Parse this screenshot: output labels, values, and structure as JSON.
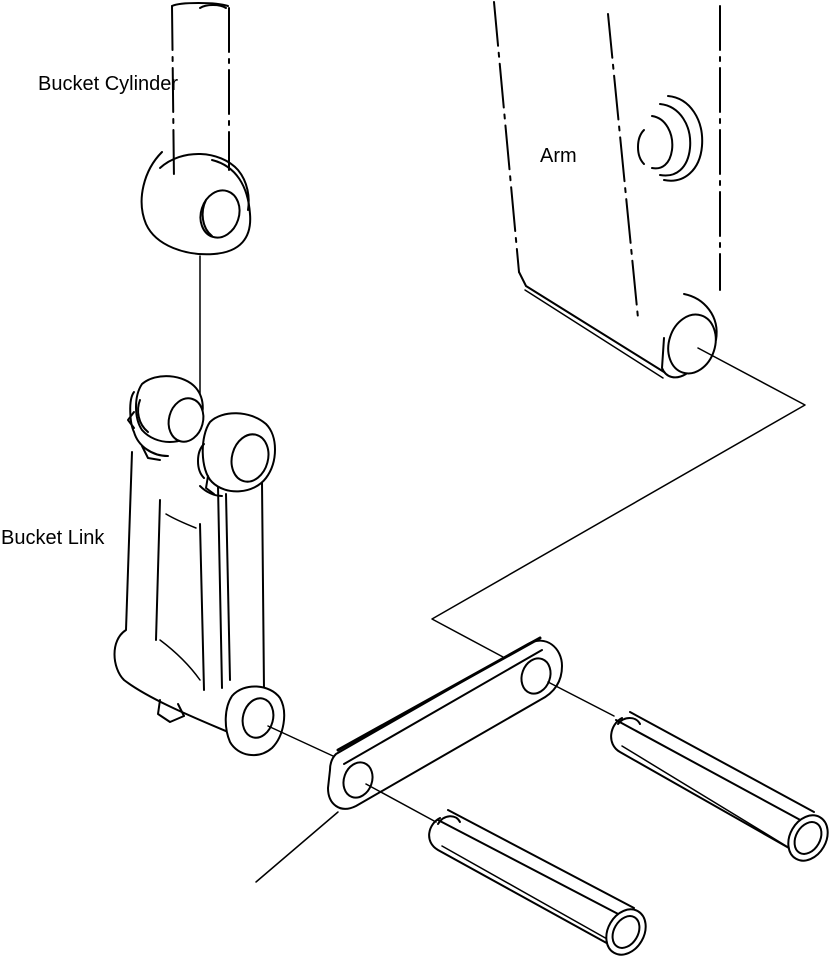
{
  "labels": {
    "bucket_cylinder": "Bucket Cylinder",
    "arm": "Arm",
    "bucket_link": "Bucket Link"
  }
}
